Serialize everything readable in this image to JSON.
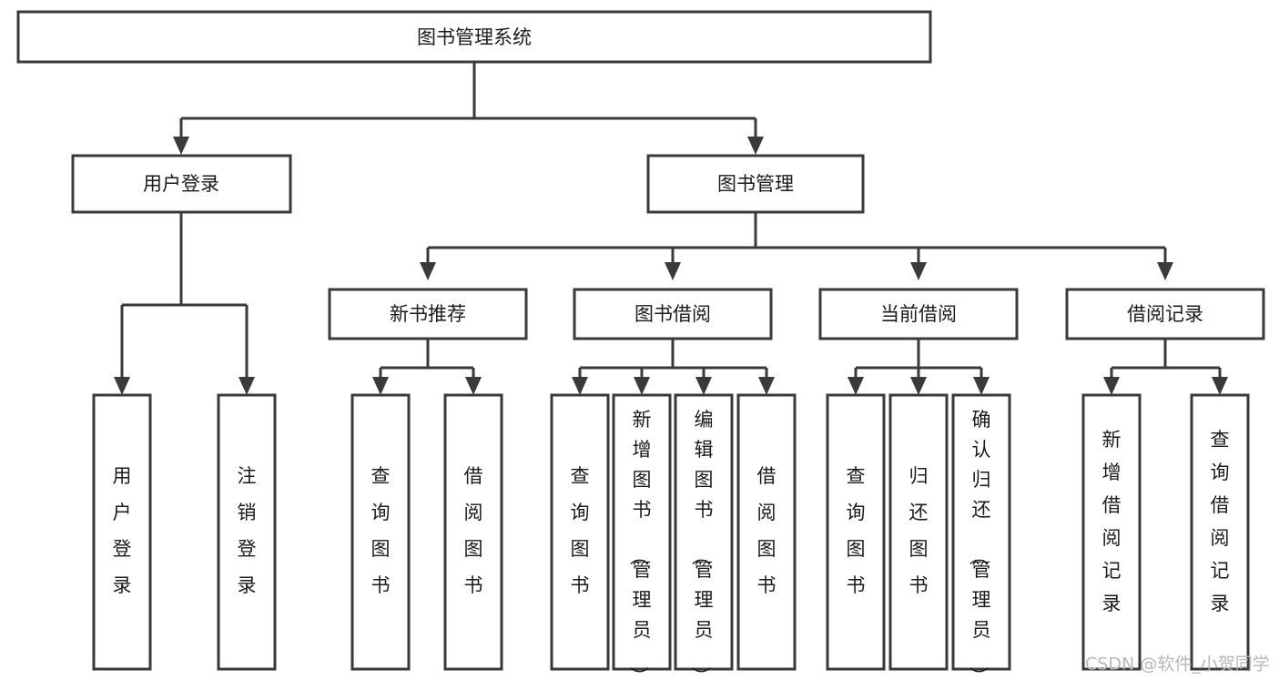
{
  "diagram": {
    "title": "图书管理系统",
    "type": "hierarchy-tree",
    "watermark": "CSDN @软件_小贺同学",
    "colors": {
      "background": "#ffffff",
      "box_stroke": "#3a3a3a",
      "box_fill": "#ffffff",
      "text": "#1b1b1b",
      "connector": "#3a3a3a",
      "watermark": "#b9b9b9"
    },
    "root": {
      "label": "图书管理系统",
      "orientation": "horizontal"
    },
    "level1": [
      {
        "label": "用户登录",
        "orientation": "horizontal"
      },
      {
        "label": "图书管理",
        "orientation": "horizontal"
      }
    ],
    "level2": [
      {
        "label": "新书推荐",
        "orientation": "horizontal",
        "parent": "图书管理"
      },
      {
        "label": "图书借阅",
        "orientation": "horizontal",
        "parent": "图书管理"
      },
      {
        "label": "当前借阅",
        "orientation": "horizontal",
        "parent": "图书管理"
      },
      {
        "label": "借阅记录",
        "orientation": "horizontal",
        "parent": "图书管理"
      }
    ],
    "leaves": {
      "用户登录": [
        {
          "label": "用户登录",
          "orientation": "vertical",
          "align": "middle"
        },
        {
          "label": "注销登录",
          "orientation": "vertical",
          "align": "middle"
        }
      ],
      "新书推荐": [
        {
          "label": "查询图书",
          "orientation": "vertical",
          "align": "middle"
        },
        {
          "label": "借阅图书",
          "orientation": "vertical",
          "align": "middle"
        }
      ],
      "图书借阅": [
        {
          "label": "查询图书",
          "orientation": "vertical",
          "align": "middle"
        },
        {
          "label": "新增图书（管理员）",
          "orientation": "vertical",
          "align": "top"
        },
        {
          "label": "编辑图书（管理员）",
          "orientation": "vertical",
          "align": "top"
        },
        {
          "label": "借阅图书",
          "orientation": "vertical",
          "align": "middle"
        }
      ],
      "当前借阅": [
        {
          "label": "查询图书",
          "orientation": "vertical",
          "align": "middle"
        },
        {
          "label": "归还图书",
          "orientation": "vertical",
          "align": "middle"
        },
        {
          "label": "确认归还（管理员）",
          "orientation": "vertical",
          "align": "top"
        }
      ],
      "借阅记录": [
        {
          "label": "新增借阅记录",
          "orientation": "vertical",
          "align": "middle"
        },
        {
          "label": "查询借阅记录",
          "orientation": "vertical",
          "align": "middle"
        }
      ]
    }
  }
}
